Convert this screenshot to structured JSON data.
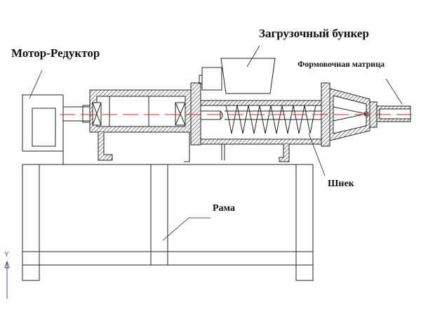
{
  "labels": {
    "motor": "Мотор-Редуктор",
    "hopper": "Загрузочный бункер",
    "die": "Формовочная матрица",
    "screw": "Шнек",
    "frame": "Рама"
  },
  "axis_indicator": "Y",
  "colors": {
    "line": "#222222",
    "centerline": "#c03030",
    "axis": "#4a4a8a"
  }
}
